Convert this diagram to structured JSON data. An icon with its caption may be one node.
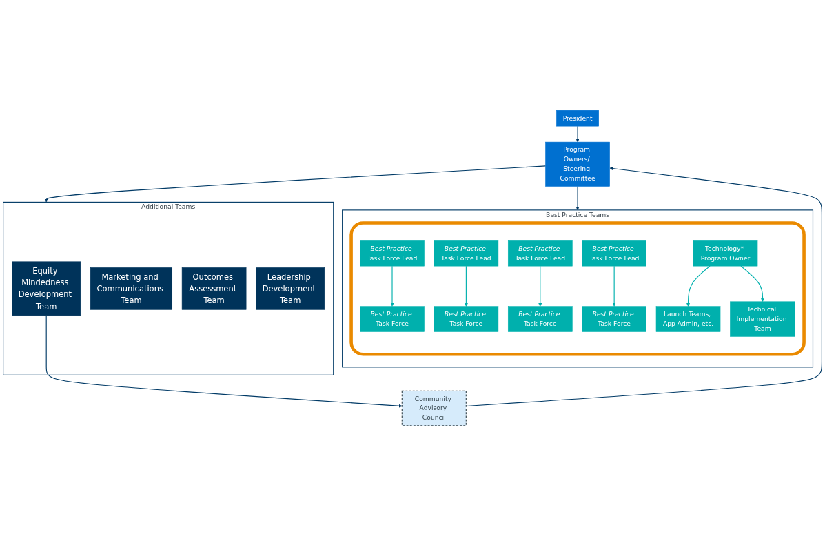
{
  "diagram": {
    "nodes": [
      {
        "text": [
          "President"
        ]
      },
      {
        "text": [
          "Program Owners/ Steering Committee"
        ]
      },
      {
        "text": [
          "Community Advisory Council"
        ]
      },
      {
        "text": [
          "Best Practice Teams"
        ]
      },
      {
        "text": [],
        "shape": "box",
        "in": 3
      },
      {
        "text": [
          "*Best Practice* Task Force Lead"
        ],
        "in": 4
      },
      {
        "text": [
          "*Best Practice* Task Force Lead"
        ],
        "in": 4
      },
      {
        "text": [
          "*Best Practice* Task Force Lead"
        ],
        "in": 4
      },
      {
        "text": [
          "*Best Practice* Task Force Lead"
        ],
        "in": 4
      },
      {
        "text": [
          "*Best Practice* Task Force"
        ],
        "in": 4
      },
      {
        "text": [
          "*Best Practice* Task Force"
        ],
        "in": 4
      },
      {
        "text": [
          "*Best Practice* Task Force"
        ],
        "in": 4
      },
      {
        "text": [
          "*Best Practice* Task Force"
        ],
        "in": 4
      },
      {
        "text": [
          "Technology* Program Owner"
        ],
        "in": 4
      },
      {
        "text": [
          "Launch Teams, App Admin, etc."
        ],
        "in": 4
      },
      {
        "text": [
          "Technical Implementation Team"
        ],
        "in": 4
      },
      {
        "text": [
          "Additional Teams"
        ]
      },
      {
        "text": [
          "Equity Mindedness Development Team"
        ],
        "in": 16
      },
      {
        "text": [
          "Marketing and Communications Team"
        ],
        "in": 16
      },
      {
        "text": [
          "Outcomes Assessment Team"
        ],
        "in": 16
      },
      {
        "text": [
          "Leadership Development Team"
        ],
        "in": 16
      }
    ],
    "edges": [
      {
        "from": 0,
        "to": 1,
        "arrow": "to",
        "color": "#003a66"
      },
      {
        "from": 2,
        "to": 1,
        "arrow": "to",
        "color": "#003a66"
      },
      {
        "from": 1,
        "to": 3,
        "arrow": "to",
        "color": "#003a66"
      },
      {
        "from": 1,
        "to": 16,
        "arrow": "to",
        "color": "#003a66"
      },
      {
        "from": 17,
        "to": 2,
        "arrow": "to",
        "color": "#003a66"
      },
      {
        "from": 5,
        "to": 9,
        "arrow": "to"
      },
      {
        "from": 6,
        "to": 10,
        "arrow": "to"
      },
      {
        "from": 7,
        "to": 11,
        "arrow": "to"
      },
      {
        "from": 8,
        "to": 12,
        "arrow": "to"
      },
      {
        "from": 13,
        "to": 14,
        "arrow": "to"
      },
      {
        "from": 13,
        "to": 15,
        "arrow": "to"
      }
    ]
  }
}
